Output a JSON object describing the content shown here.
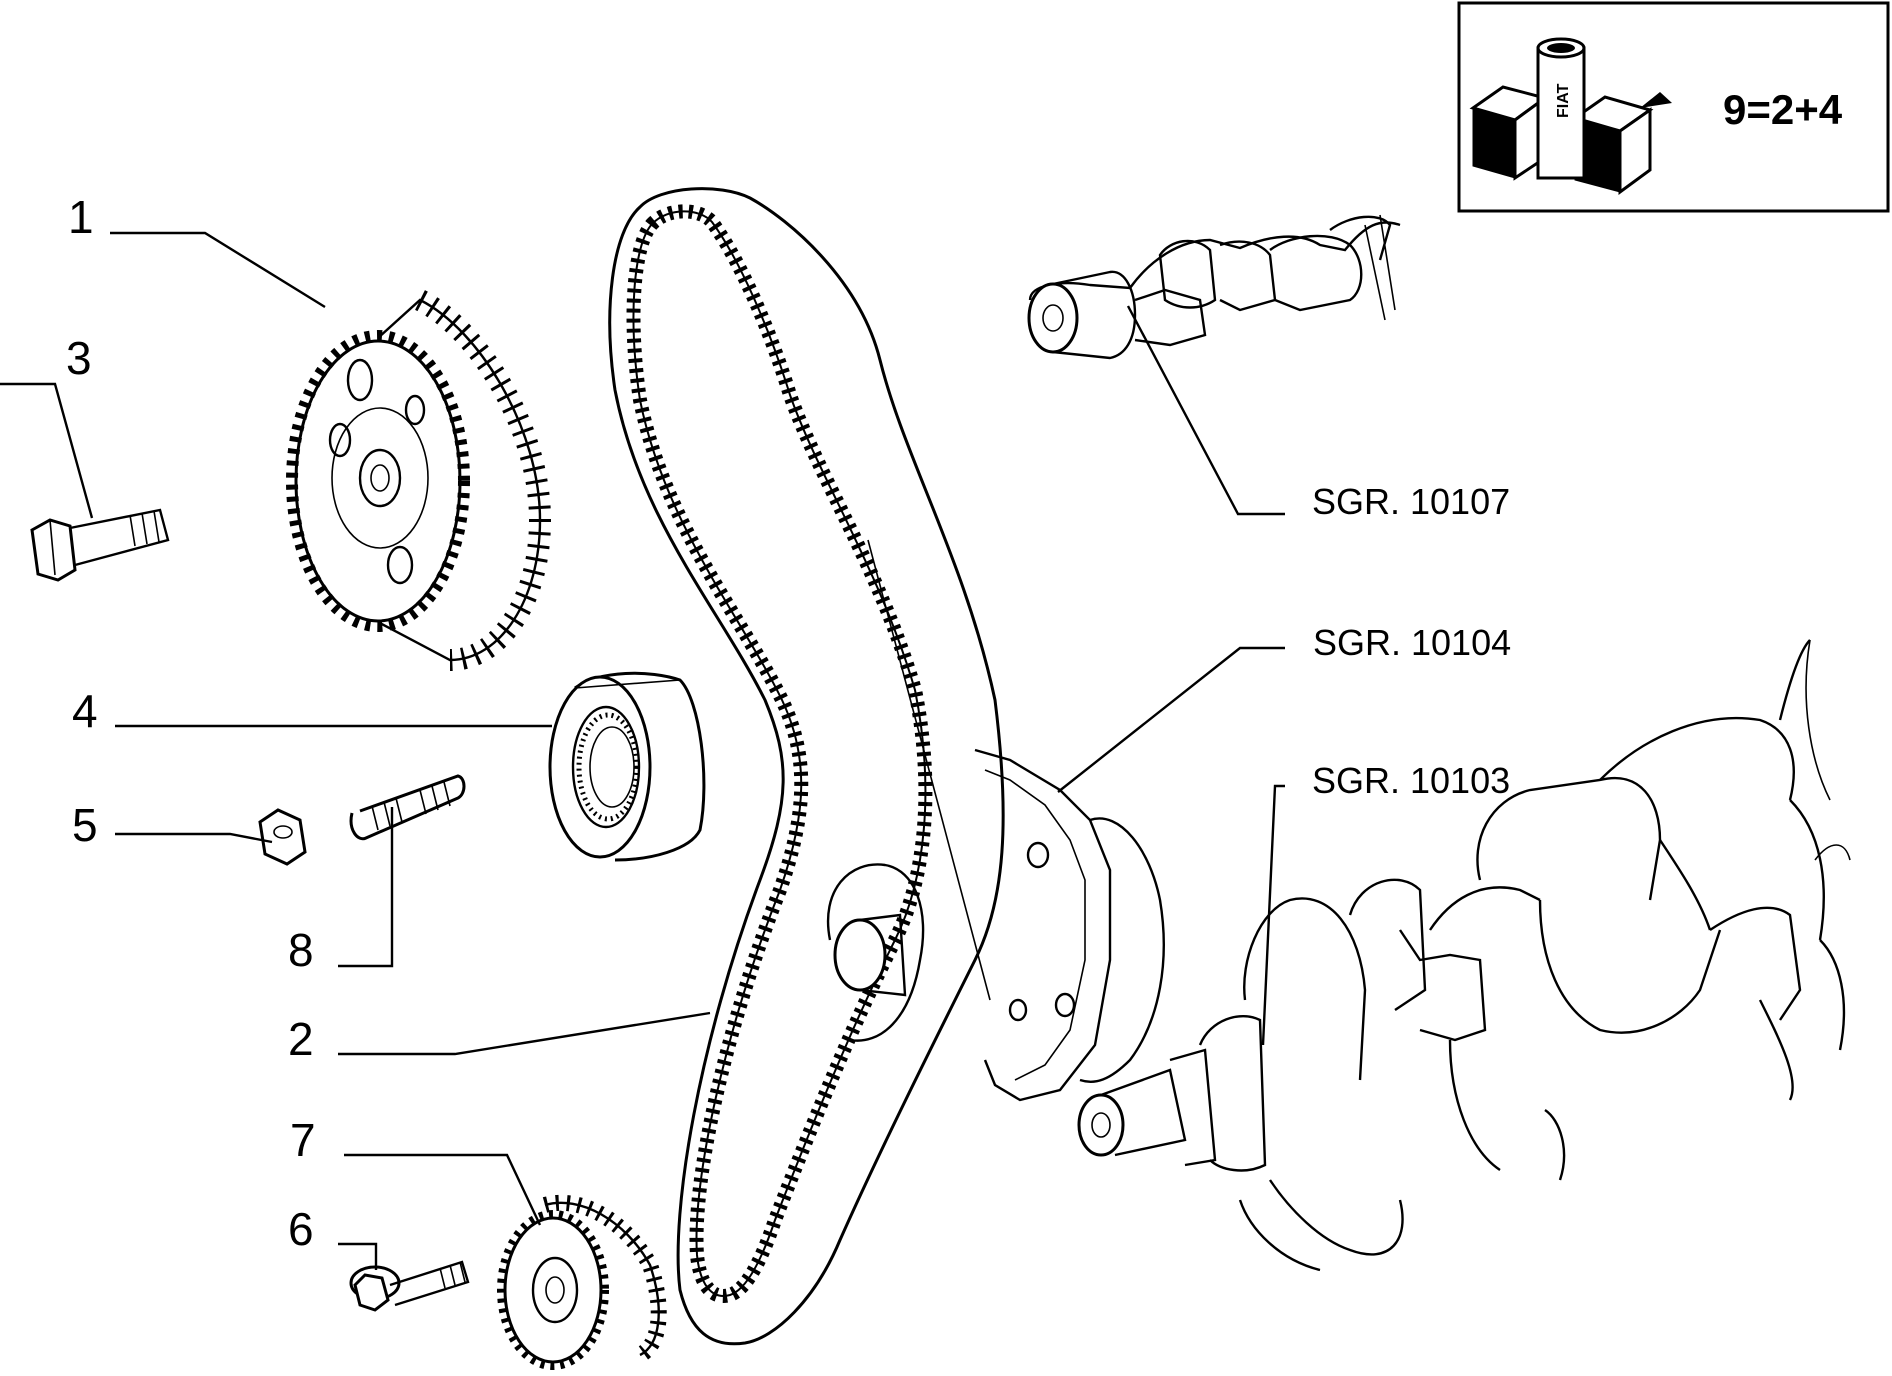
{
  "callouts": {
    "c1": "1",
    "c2": "2",
    "c3": "3",
    "c4": "4",
    "c5": "5",
    "c6": "6",
    "c7": "7",
    "c8": "8"
  },
  "references": {
    "r1": "SGR. 10107",
    "r2": "SGR. 10104",
    "r3": "SGR. 10103"
  },
  "kit_box": {
    "label": "9=2+4",
    "logo_text": "FIAT"
  },
  "colors": {
    "ink": "#000000",
    "paper": "#ffffff"
  }
}
